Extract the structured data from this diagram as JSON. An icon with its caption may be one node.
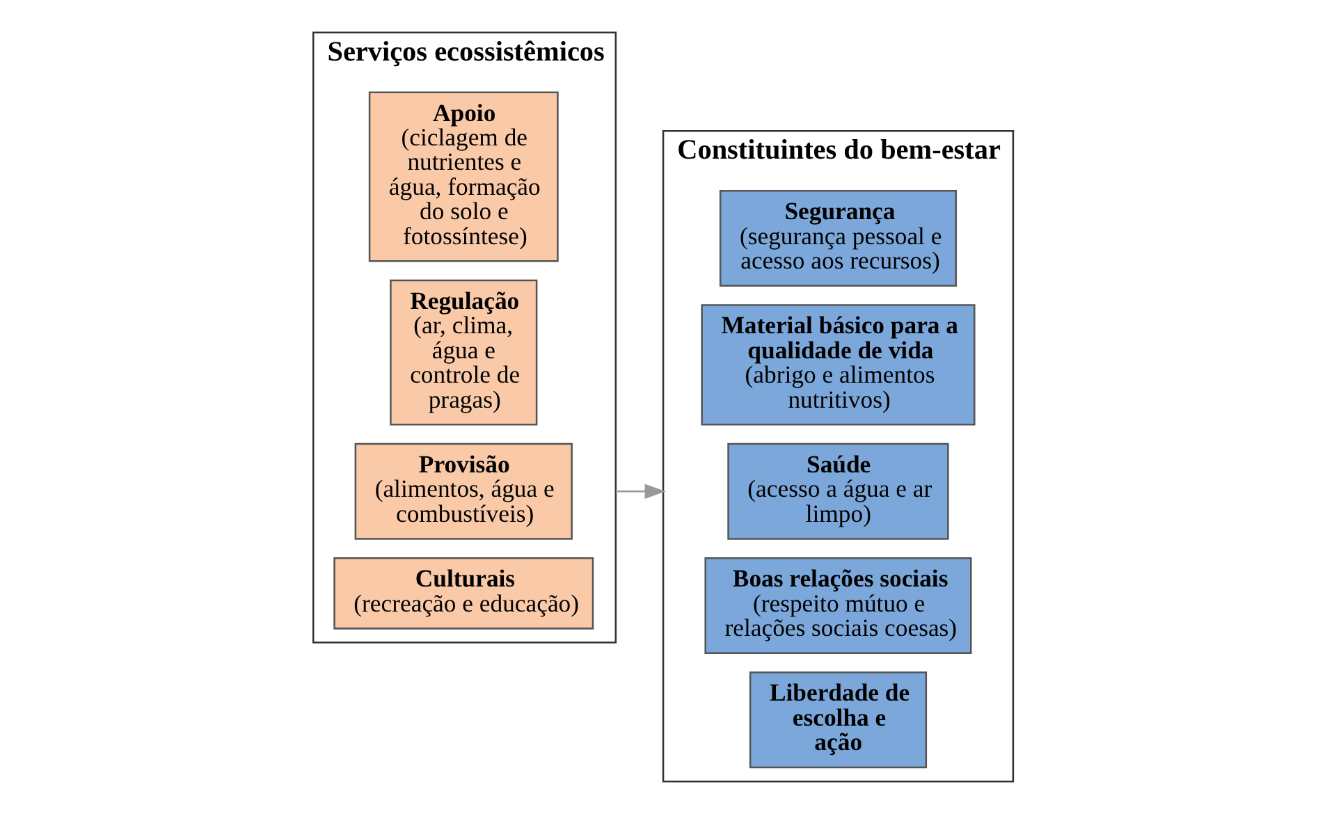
{
  "diagram": {
    "nodes": [
      {
        "text": [
          "Serviços ecossistêmicos"
        ]
      },
      {
        "text": [
          "Apoio",
          "(ciclagem de nutrientes e água, formação do solo e fotossíntese)"
        ],
        "in": 0
      },
      {
        "text": [
          "Regulação",
          "(ar, clima, água e controle de pragas)"
        ],
        "in": 0
      },
      {
        "text": [
          "Provisão",
          "(alimentos, água e combustíveis)"
        ],
        "in": 0
      },
      {
        "text": [
          "Culturais",
          "(recreação e educação)"
        ],
        "in": 0
      },
      {
        "text": [
          "Constituintes do bem-estar"
        ]
      },
      {
        "text": [
          "Segurança",
          "(segurança pessoal e acesso aos recursos)"
        ],
        "in": 5
      },
      {
        "text": [
          "Material básico para a qualidade de vida",
          "(abrigo e alimentos nutritivos)"
        ],
        "in": 5
      },
      {
        "text": [
          "Saúde",
          "(acesso a água e ar limpo)"
        ],
        "in": 5
      },
      {
        "text": [
          "Boas relações sociais",
          "(respeito mútuo e relações sociais coesas)"
        ],
        "in": 5
      },
      {
        "text": [
          "Liberdade de escolha e ação"
        ],
        "in": 5
      }
    ],
    "edges": [
      {
        "from": 0,
        "to": 5,
        "arrow": "to",
        "color": "#999999"
      }
    ]
  }
}
